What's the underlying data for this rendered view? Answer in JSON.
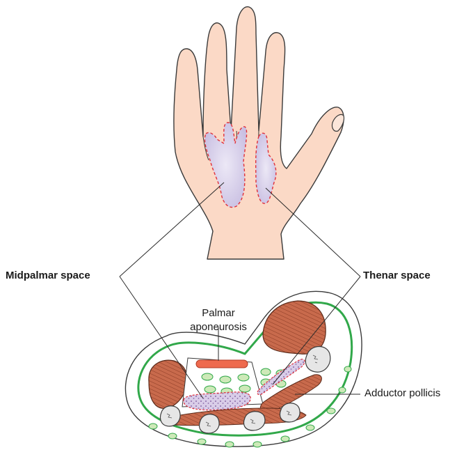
{
  "labels": {
    "midpalmar": "Midpalmar space",
    "thenar": "Thenar space",
    "palmar_line1": "Palmar",
    "palmar_line2": "aponeurosis",
    "adductor": "Adductor pollicis"
  },
  "colors": {
    "skin": "#fbd9c6",
    "outline": "#3a3a3a",
    "space_fill": "#cfc6e6",
    "space_border": "#e0303a",
    "muscle": "#c86a4c",
    "muscle_light": "#e89a7a",
    "fascia": "#31a84a",
    "tendon": "#cde9b8",
    "aponeurosis": "#ee6a4e",
    "bone": "#e4e4e4"
  }
}
